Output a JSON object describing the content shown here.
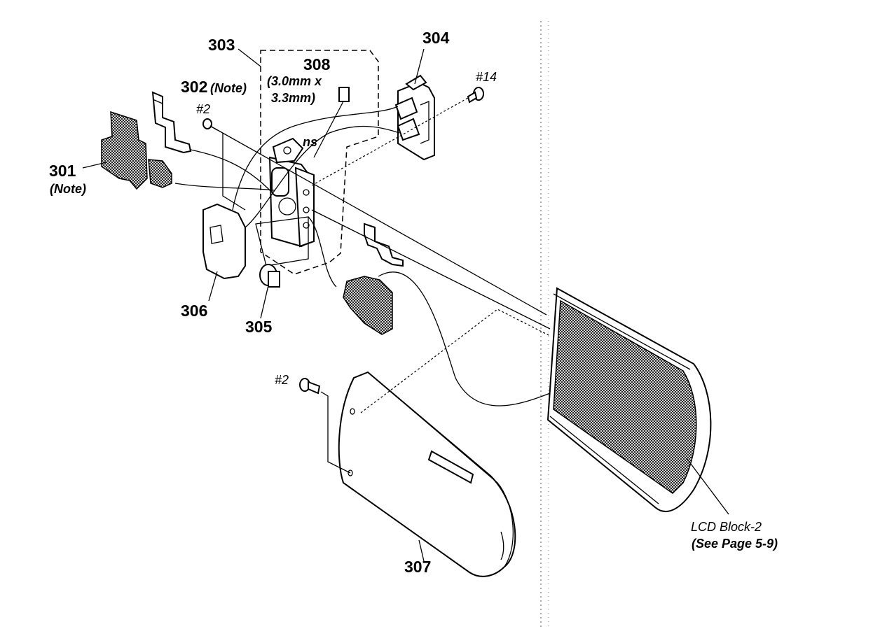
{
  "labels": {
    "p301": "301",
    "p301_note": "(Note)",
    "p302": "302",
    "p302_note": "(Note)",
    "p303": "303",
    "p304": "304",
    "p305": "305",
    "p306": "306",
    "p307": "307",
    "p308": "308",
    "p308_dim1": "(3.0mm x",
    "p308_dim2": "3.3mm)",
    "screw_14": "#14",
    "screw_2_top": "#2",
    "screw_2_bottom": "#2",
    "ns": "ns",
    "lcd_line1": "LCD Block-2",
    "lcd_line2": "(See Page 5-9)"
  }
}
